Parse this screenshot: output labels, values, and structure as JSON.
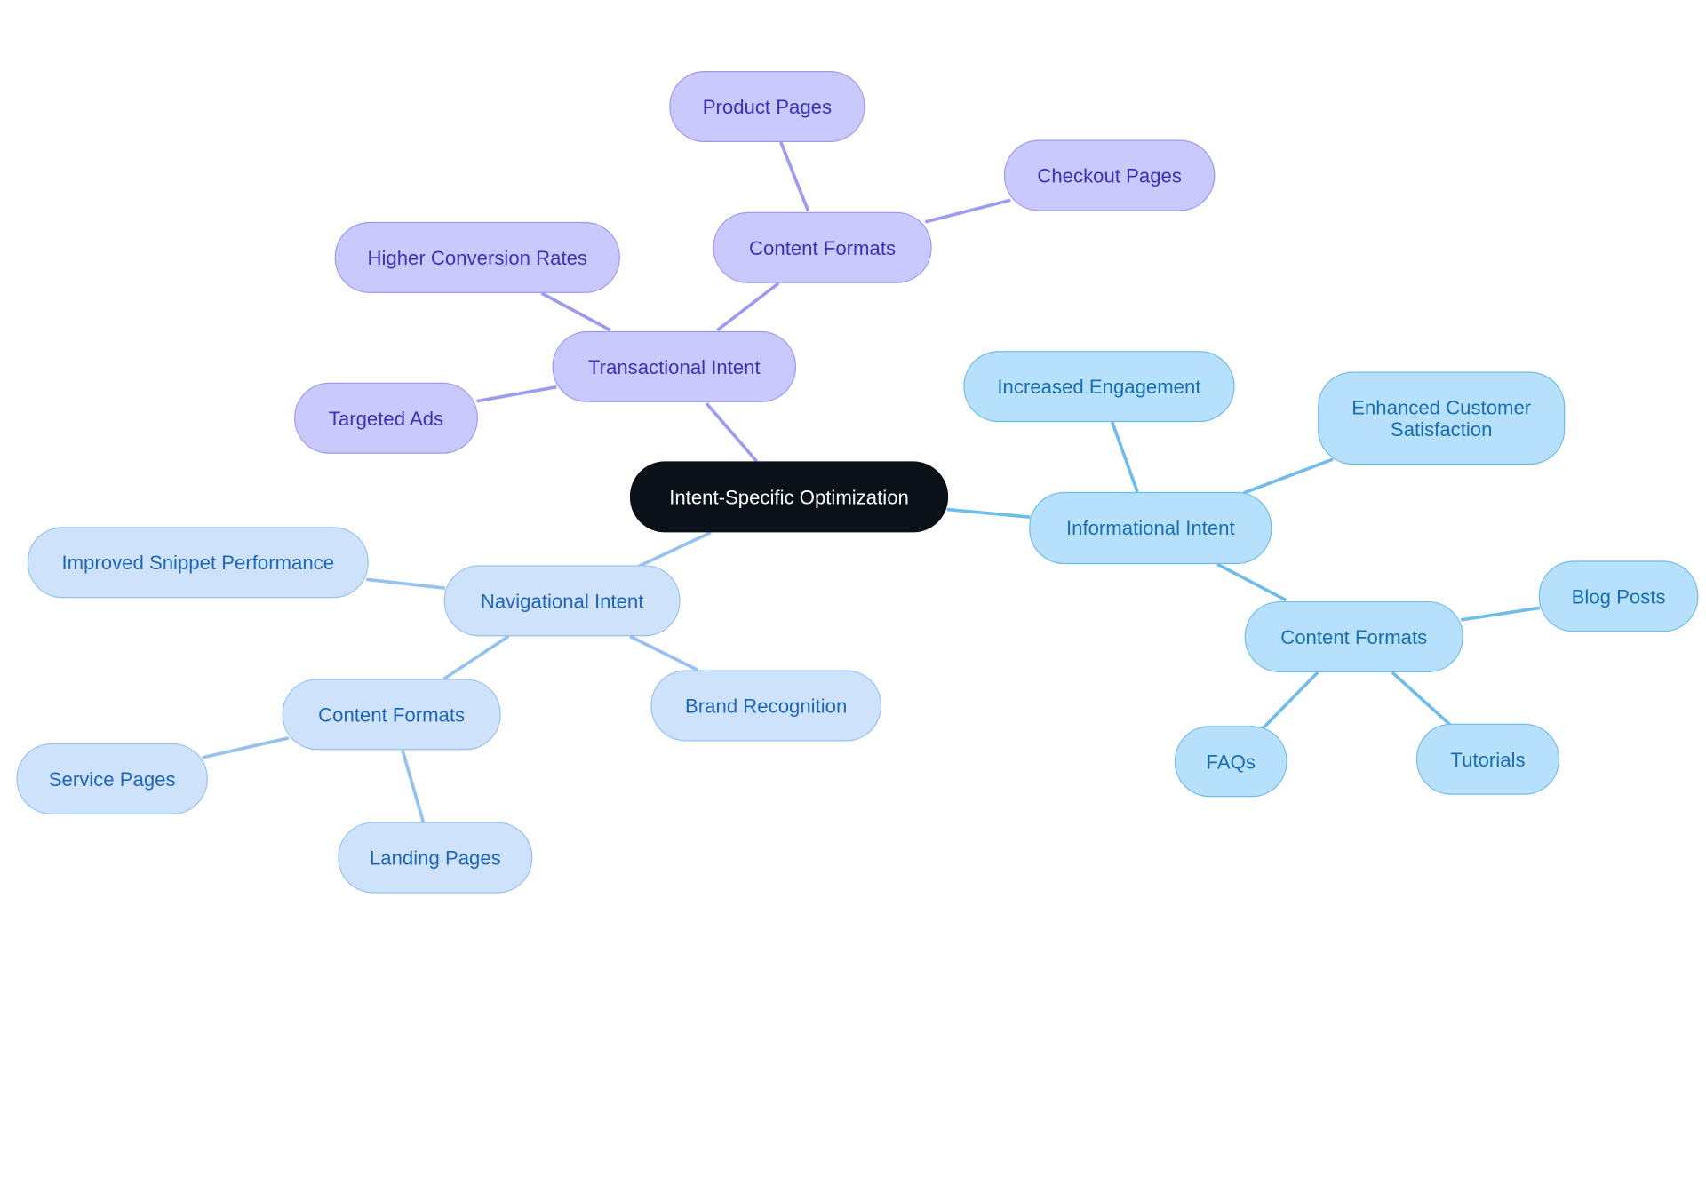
{
  "root": {
    "label": "Intent-Specific Optimization"
  },
  "transactional": {
    "label": "Transactional Intent",
    "content_formats": "Content Formats",
    "product_pages": "Product Pages",
    "checkout_pages": "Checkout Pages",
    "higher_conversion": "Higher Conversion Rates",
    "targeted_ads": "Targeted Ads"
  },
  "informational": {
    "label": "Informational Intent",
    "increased_engagement": "Increased Engagement",
    "enhanced_satisfaction": "Enhanced Customer Satisfaction",
    "content_formats": "Content Formats",
    "blog_posts": "Blog Posts",
    "faqs": "FAQs",
    "tutorials": "Tutorials"
  },
  "navigational": {
    "label": "Navigational Intent",
    "improved_snippet": "Improved Snippet Performance",
    "brand_recognition": "Brand Recognition",
    "content_formats": "Content Formats",
    "service_pages": "Service Pages",
    "landing_pages": "Landing Pages"
  },
  "colors": {
    "root": "#0b1119",
    "transactional_edge": "#9d9bef",
    "informational_edge": "#72bce9",
    "navigational_edge": "#95c2ef"
  }
}
